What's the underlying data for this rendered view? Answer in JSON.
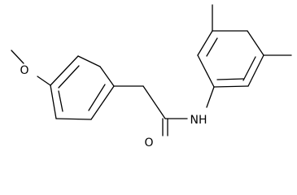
{
  "molecule": {
    "atoms": {
      "methoxy_oxygen": "O",
      "carbonyl_oxygen": "O",
      "amide_nitrogen": "NH"
    }
  }
}
